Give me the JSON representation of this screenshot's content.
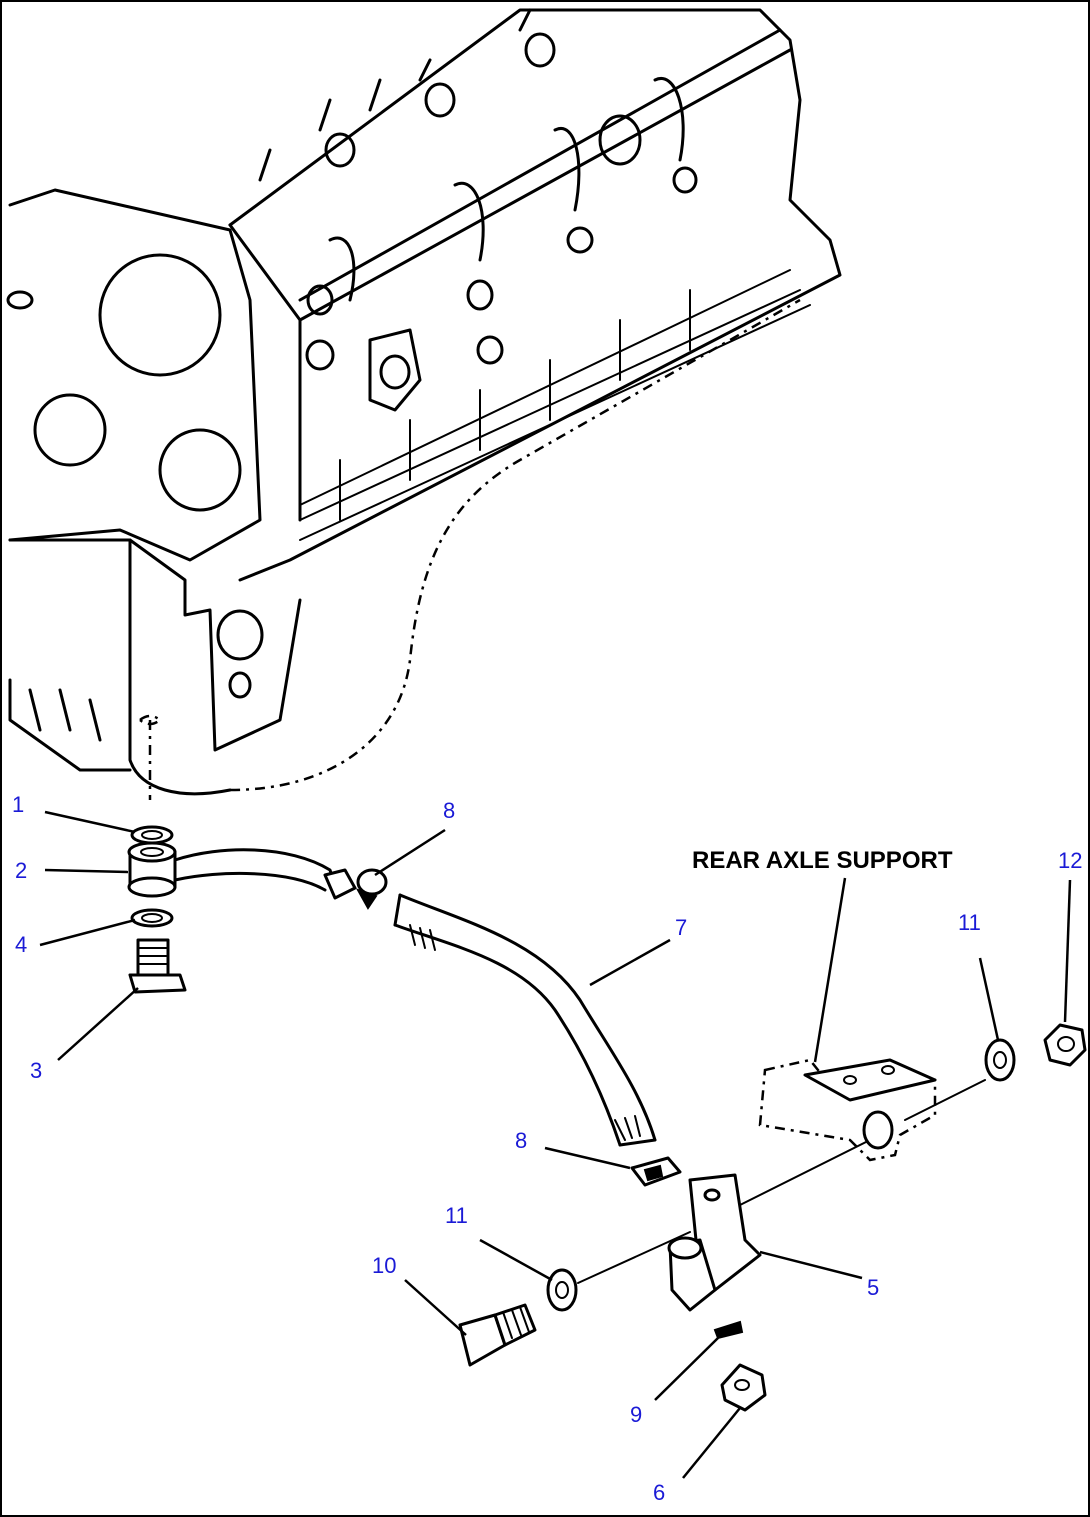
{
  "label": "REAR AXLE SUPPORT",
  "callouts": [
    "1",
    "2",
    "4",
    "3",
    "8",
    "7",
    "8",
    "11",
    "10",
    "5",
    "9",
    "6",
    "11",
    "12"
  ],
  "colors": {
    "callout": "#1a1ad6",
    "line": "#000000"
  }
}
